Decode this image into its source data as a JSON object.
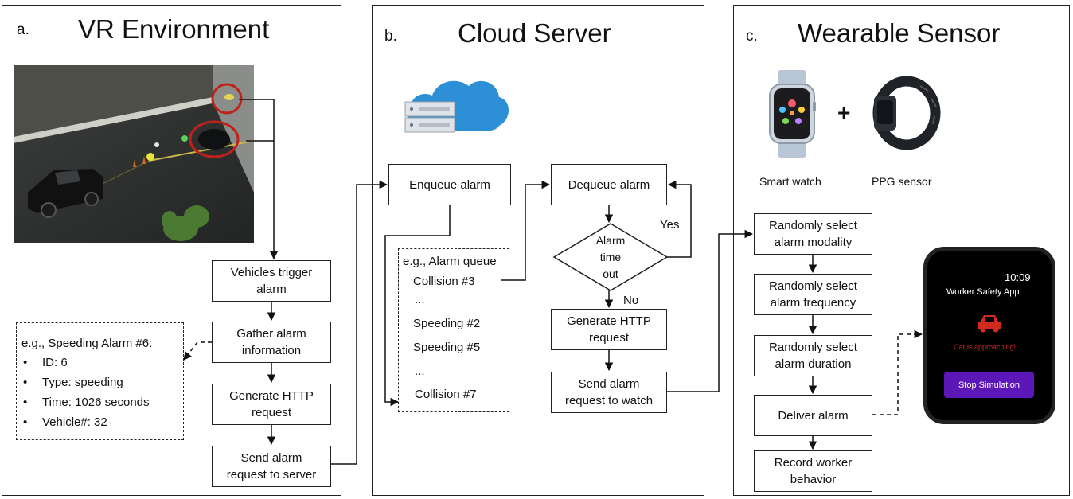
{
  "panels": {
    "vr": {
      "letter": "a.",
      "title": "VR Environment",
      "boxes": {
        "trigger": "Vehicles trigger\nalarm",
        "gather": "Gather alarm\ninformation",
        "http": "Generate HTTP\nrequest",
        "send": "Send alarm\nrequest to server"
      },
      "example": {
        "title": "e.g., Speeding Alarm #6:",
        "items": [
          "ID: 6",
          "Type: speeding",
          "Time: 1026 seconds",
          "Vehicle#: 32"
        ]
      }
    },
    "cloud": {
      "letter": "b.",
      "title": "Cloud Server",
      "boxes": {
        "enqueue": "Enqueue alarm",
        "dequeue": "Dequeue alarm",
        "timeout": "Alarm\ntime\nout",
        "http": "Generate HTTP\nrequest",
        "send": "Send alarm\nrequest to watch"
      },
      "yes": "Yes",
      "no": "No",
      "queue": {
        "title": "e.g., Alarm queue",
        "items": [
          "Collision #3",
          "...",
          "Speeding #2",
          "Speeding #5",
          "...",
          "Collision #7"
        ]
      }
    },
    "wearable": {
      "letter": "c.",
      "title": "Wearable Sensor",
      "smartwatch_label": "Smart watch",
      "ppg_label": "PPG sensor",
      "plus": "+",
      "boxes": {
        "modality": "Randomly select\nalarm modality",
        "frequency": "Randomly select\nalarm frequency",
        "duration": "Randomly select\nalarm duration",
        "deliver": "Deliver alarm",
        "record": "Record worker\nbehavior"
      },
      "app": {
        "time": "10:09",
        "title": "Worker Safety App",
        "warning": "Car is approaching!",
        "button": "Stop Simulation"
      }
    }
  },
  "colors": {
    "cloud_blue": "#2d8fd5",
    "alert_red": "#d12a1f",
    "app_button": "#5b17b8",
    "highlight_red": "#c0221a"
  },
  "icons": [
    "server-cloud-icon",
    "smartwatch-icon",
    "ppg-band-icon",
    "car-alert-icon"
  ]
}
